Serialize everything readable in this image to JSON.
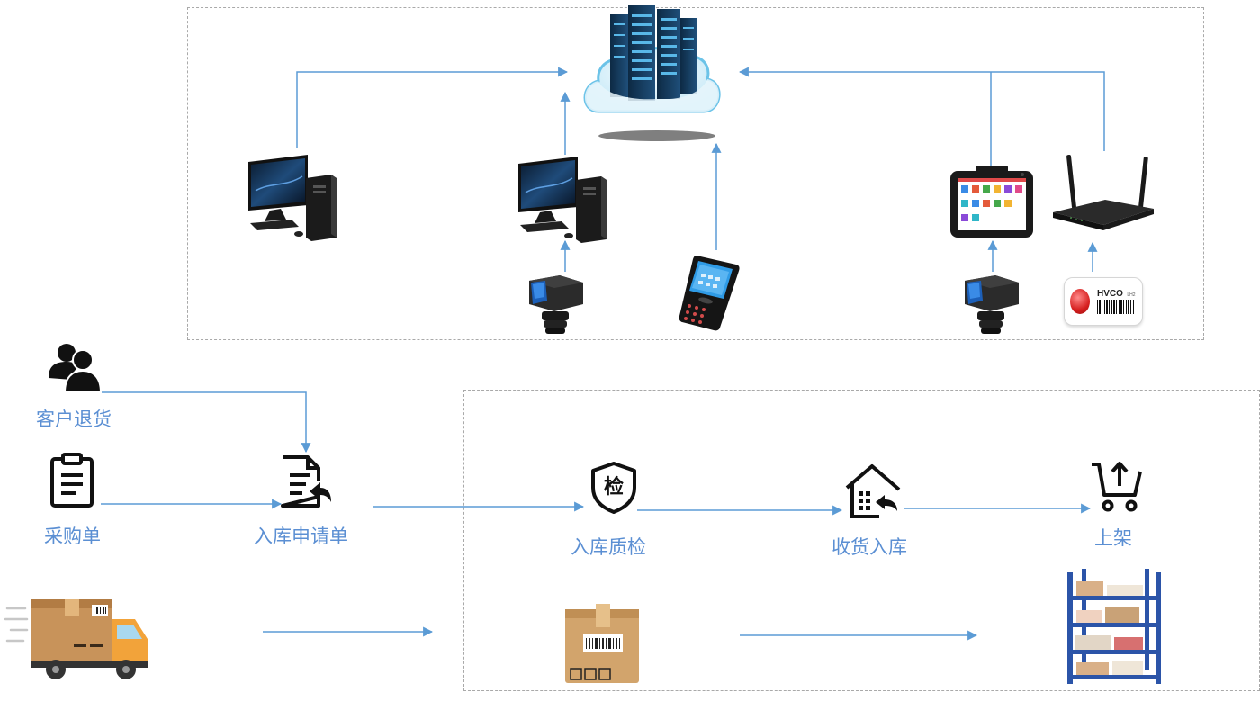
{
  "colors": {
    "arrow": "#5b9bd5",
    "label": "#5b8fd3",
    "dash": "#a9a9a9",
    "icon": "#1a1a1a"
  },
  "top_system": {
    "icons": [
      "cloud-server-icon",
      "desktop-computer-icon",
      "ring-scanner-icon",
      "handheld-pda-icon",
      "rugged-tablet-icon",
      "wifi-router-icon",
      "electronic-tag-icon"
    ],
    "electronic_tag": {
      "brand": "HVCO",
      "brand_suffix": "LH2"
    }
  },
  "flow": {
    "customer_return": "客户退货",
    "purchase_order": "采购单",
    "inbound_request": "入库申请单",
    "inbound_qc": "入库质检",
    "receive_inbound": "收货入库",
    "shelving": "上架",
    "qc_badge": "检"
  }
}
